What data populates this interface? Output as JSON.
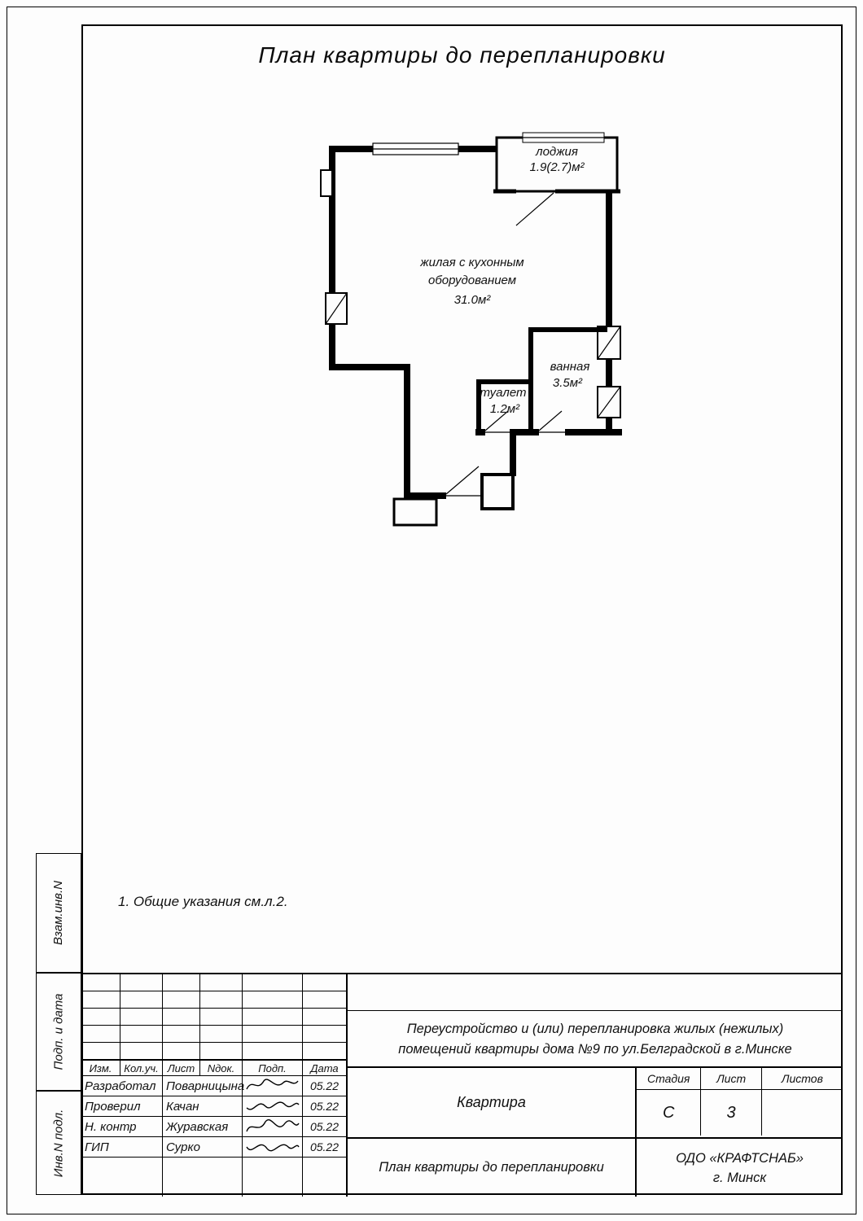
{
  "sheet": {
    "title": "План квартиры до перепланировки",
    "note": "1. Общие указания см.л.2."
  },
  "plan": {
    "rooms": [
      {
        "label": "лоджия",
        "area": "1.9(2.7)м²"
      },
      {
        "label1": "жилая с кухонным",
        "label2": "оборудованием",
        "area": "31.0м²"
      },
      {
        "label": "ванная",
        "area": "3.5м²"
      },
      {
        "label": "туалет",
        "area": "1.2м²"
      }
    ]
  },
  "sidebar": {
    "vzam": "Взам.инв.N",
    "podp_data": "Подп. и дата",
    "inv": "Инв.N подл."
  },
  "titleblock": {
    "cols": {
      "izm": "Изм.",
      "koluch": "Кол.уч.",
      "list": "Лист",
      "ndok": "Nдок.",
      "podp": "Подп.",
      "data": "Дата"
    },
    "rows": [
      {
        "role": "Разработал",
        "name": "Поварницына",
        "date": "05.22"
      },
      {
        "role": "Проверил",
        "name": "Качан",
        "date": "05.22"
      },
      {
        "role": "Н. контр",
        "name": "Журавская",
        "date": "05.22"
      },
      {
        "role": "ГИП",
        "name": "Сурко",
        "date": "05.22"
      }
    ],
    "project_line1": "Переустройство и (или) перепланировка жилых (нежилых)",
    "project_line2": "помещений квартиры дома №9 по ул.Белградской в г.Минске",
    "object_name": "Квартира",
    "stage_label": "Стадия",
    "sheet_label": "Лист",
    "sheets_label": "Листов",
    "stage_value": "С",
    "sheet_value": "3",
    "sheets_value": "",
    "doc_title": "План квартиры до перепланировки",
    "company_name": "ОДО «КРАФТСНАБ»",
    "company_city": "г. Минск"
  }
}
